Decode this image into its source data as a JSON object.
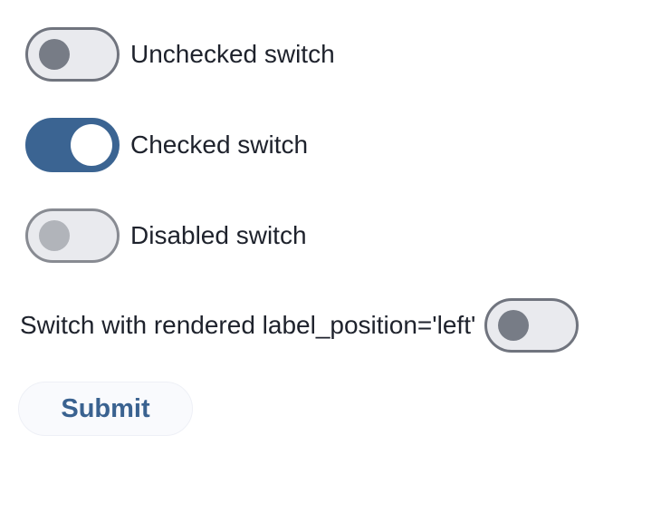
{
  "page": {
    "background": "#ffffff"
  },
  "colors": {
    "label_text": "#1e222c",
    "track_off": "#e9eaee",
    "track_border_off": "#70747e",
    "thumb_off": "#777c86",
    "track_on": "#3b6492",
    "thumb_on": "#ffffff",
    "track_border_disabled": "#888b92",
    "thumb_disabled": "#b1b4ba",
    "submit_bg": "#f9fafd",
    "submit_text": "#3a6290"
  },
  "switches": [
    {
      "label": "Unchecked switch",
      "state": "unchecked",
      "label_position": "right"
    },
    {
      "label": "Checked switch",
      "state": "checked",
      "label_position": "right"
    },
    {
      "label": "Disabled switch",
      "state": "disabled",
      "label_position": "right"
    },
    {
      "label": "Switch with rendered label_position='left'",
      "state": "unchecked",
      "label_position": "left"
    }
  ],
  "submit_button": {
    "label": "Submit"
  }
}
